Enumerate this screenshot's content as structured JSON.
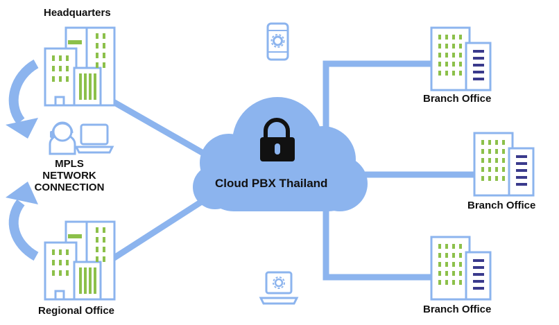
{
  "labels": {
    "headquarters": "Headquarters",
    "mpls_line1": "MPLS",
    "mpls_line2": "NETWORK",
    "mpls_line3": "CONNECTION",
    "regional_office": "Regional Office",
    "cloud": "Cloud PBX Thailand",
    "branch_office_1": "Branch Office",
    "branch_office_2": "Branch Office",
    "branch_office_3": "Branch Office"
  },
  "icons": {
    "cloud": "cloud-icon",
    "lock": "padlock-icon",
    "phone": "smartphone-gear-icon",
    "laptop": "laptop-gear-icon",
    "agent": "call-agent-icon",
    "monitor": "laptop-icon",
    "building": "office-building-icon",
    "arrow": "curved-arrow-icon"
  },
  "colors": {
    "line": "#8cb4ee",
    "cloud": "#8cb4ee",
    "building_outline": "#8cb4ee",
    "building_fill": "#ffffff",
    "window_green": "#8cc04a",
    "window_purple": "#3a3a8c",
    "roof_accent": "#8cc04a",
    "lock": "#111111",
    "text": "#111111"
  }
}
